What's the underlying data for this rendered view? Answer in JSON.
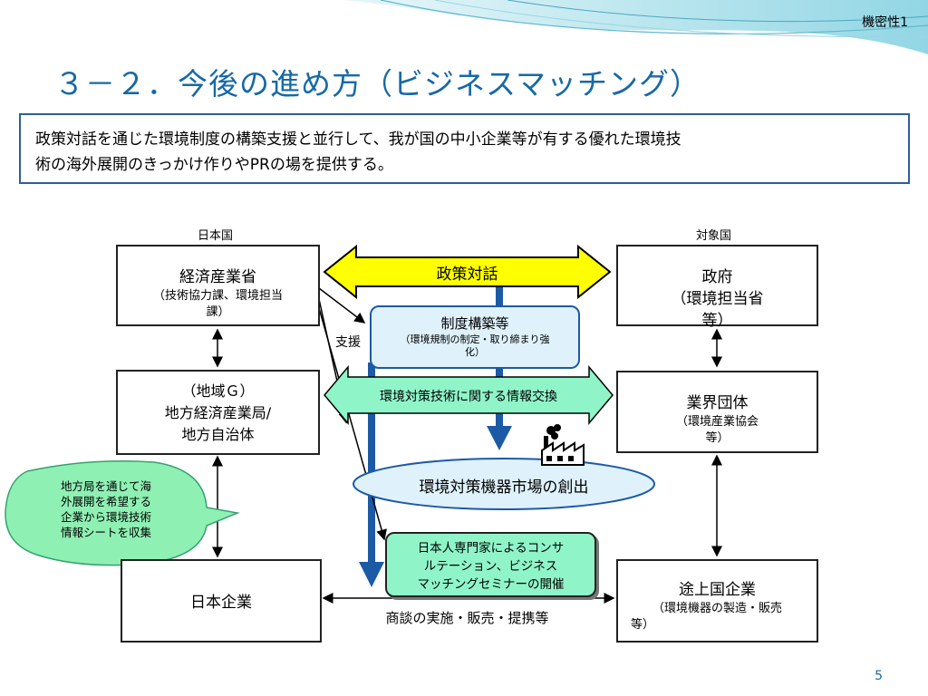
{
  "header": {
    "confidential": "機密性1",
    "title": "３－２．今後の進め方（ビジネスマッチング）"
  },
  "summary": {
    "line1": "政策対話を通じた環境制度の構築支援と並行して、我が国の中小企業等が有する優れた環境技",
    "line2": "術の海外展開のきっかけ作りやPRの場を提供する。"
  },
  "columns": {
    "left": "日本国",
    "right": "対象国"
  },
  "left_boxes": {
    "meti": {
      "title": "経済産業省",
      "sub1": "（技術協力課、環境担当",
      "sub2": "課）"
    },
    "regional": {
      "line1": "（地域Ｇ）",
      "line2": "地方経済産業局/",
      "line3": "地方自治体"
    },
    "company": {
      "title": "日本企業"
    }
  },
  "right_boxes": {
    "government": {
      "line1": "政府",
      "line2": "（環境担当省",
      "line3": "等）"
    },
    "industry": {
      "title": "業界団体",
      "sub1": "（環境産業協会",
      "sub2": "等）"
    },
    "company": {
      "title": "途上国企業",
      "sub1": "（環境機器の製造・販売",
      "sub2": "等）"
    }
  },
  "center": {
    "policy_dialogue": "政策対話",
    "institution": {
      "title": "制度構築等",
      "sub1": "（環境規制の制定・取り締まり強",
      "sub2": "化）"
    },
    "support": "支援",
    "tech_exchange": "環境対策技術に関する情報交換",
    "market": "環境対策機器市場の創出",
    "consulting": {
      "line1": "日本人専門家によるコンサ",
      "line2": "ルテーション、ビジネス",
      "line3": "マッチングセミナーの開催"
    },
    "business": "商談の実施・販売・提携等"
  },
  "callout": {
    "line1": "地方局を通じて海",
    "line2": "外展開を希望する",
    "line3": "企業から環境技術",
    "line4": "情報シートを収集"
  },
  "page_number": "5",
  "colors": {
    "title": "#1769a6",
    "yellow_arrow": "#ffff00",
    "green_arrow": "#8ff5c8",
    "light_blue_box": "#dff1fb",
    "blue_arrow": "#1c5aa6",
    "callout": "#8ff0b4"
  },
  "icons": {
    "factory": "factory-icon"
  }
}
